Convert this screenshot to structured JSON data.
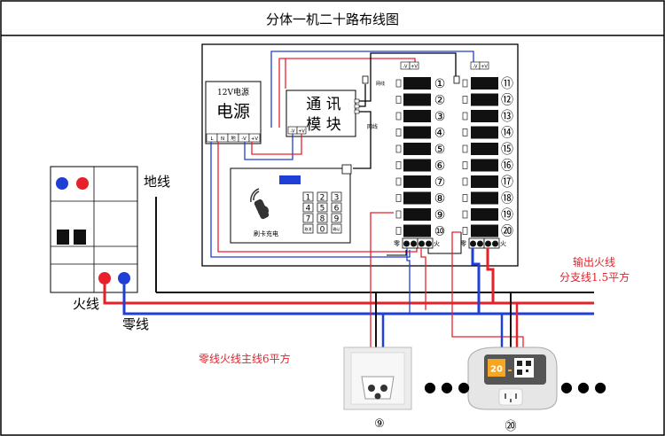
{
  "title": "分体一机二十路布线图",
  "power_supply": {
    "model": "12V电源",
    "name": "电源",
    "terminals": [
      "L",
      "N",
      "地",
      "-V",
      "+V"
    ]
  },
  "comm_module": {
    "name_line1": "通 讯",
    "name_line2": "模 块",
    "pins": [
      "-V",
      "+V"
    ]
  },
  "network_labels": [
    "网线",
    "网线"
  ],
  "top_terminals": [
    "-V",
    "+V"
  ],
  "card_reader": {
    "label": "刷卡充电",
    "keys": [
      "1",
      "2",
      "3",
      "4",
      "5",
      "6",
      "7",
      "8",
      "9",
      "取消",
      "0",
      "确认"
    ]
  },
  "channels_left": [
    "①",
    "②",
    "③",
    "④",
    "⑤",
    "⑥",
    "⑦",
    "⑧",
    "⑨",
    "⑩"
  ],
  "channels_right": [
    "⑪",
    "⑫",
    "⑬",
    "⑭",
    "⑮",
    "⑯",
    "⑰",
    "⑱",
    "⑲",
    "⑳"
  ],
  "terminal_labels": {
    "neutral": "零",
    "live": "火"
  },
  "labels": {
    "ground": "地线",
    "live": "火线",
    "neutral": "零线",
    "main_line": "零线火线主线6平方",
    "output_live": "输出火线",
    "branch": "分支线1.5平方"
  },
  "sockets": {
    "socket9_label": "⑨",
    "socket20_label": "⑳",
    "display_value": "20",
    "ellipsis": "● ● ●"
  },
  "colors": {
    "live": "#e8202a",
    "neutral": "#1f3fd6",
    "ground": "#111111",
    "display_bg": "#f5a623",
    "breaker_blue": "#1f3fd6",
    "breaker_red": "#e8202a"
  }
}
